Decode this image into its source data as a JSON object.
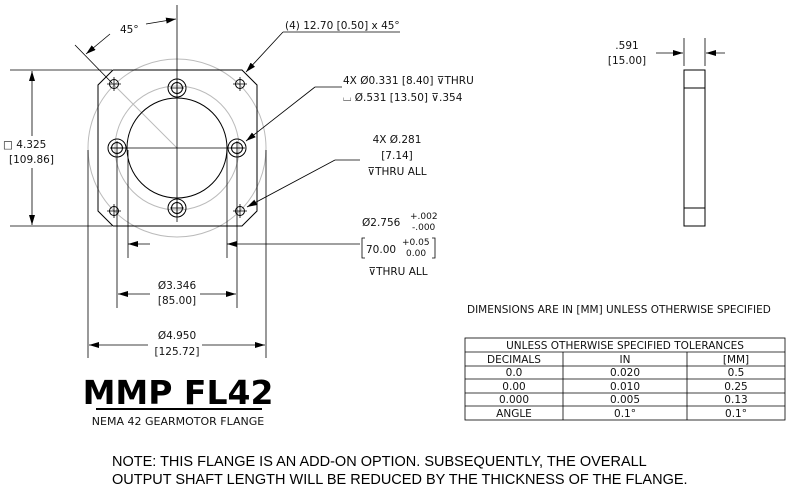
{
  "drawing": {
    "angle_label": "45°",
    "chamfer_note": "(4) 12.70 [0.50] x 45°",
    "counterbore_note": {
      "line1": "4X Ø0.331 [8.40] ⊽THRU",
      "line2": "⌴ Ø.531 [13.50] ⊽.354"
    },
    "corner_hole_note": {
      "line1": "4X Ø.281",
      "line2": "[7.14]",
      "line3": "⊽THRU ALL"
    },
    "bore_note": {
      "line1": "Ø2.756",
      "tol_in_upper": "+.002",
      "tol_in_lower": "-.000",
      "line2": "70.00",
      "tol_mm_upper": "+0.05",
      "tol_mm_lower": "0.00",
      "line3": "⊽THRU ALL"
    },
    "square_dim": {
      "in": "□  4.325",
      "mm": "[109.86]"
    },
    "bolt_circle_dim": {
      "in": "Ø3.346",
      "mm": "[85.00]"
    },
    "outer_dim": {
      "in": "Ø4.950",
      "mm": "[125.72]"
    },
    "thickness_dim": {
      "in": ".591",
      "mm": "[15.00]"
    }
  },
  "title": {
    "name": "MMP FL42",
    "subtitle": "NEMA 42 GEARMOTOR FLANGE"
  },
  "units_note": "DIMENSIONS ARE IN [MM] UNLESS OTHERWISE SPECIFIED",
  "tolerance_table": {
    "title": "UNLESS OTHERWISE SPECIFIED TOLERANCES",
    "headers": [
      "DECIMALS",
      "IN",
      "[MM]"
    ],
    "rows": [
      [
        "0.0",
        "0.020",
        "0.5"
      ],
      [
        "0.00",
        "0.010",
        "0.25"
      ],
      [
        "0.000",
        "0.005",
        "0.13"
      ],
      [
        "ANGLE",
        "0.1°",
        "0.1°"
      ]
    ]
  },
  "footer_note": {
    "line1": "NOTE: THIS FLANGE IS AN ADD-ON OPTION. SUBSEQUENTLY, THE OVERALL",
    "line2": "OUTPUT SHAFT LENGTH WILL BE REDUCED BY THE THICKNESS OF THE FLANGE."
  }
}
